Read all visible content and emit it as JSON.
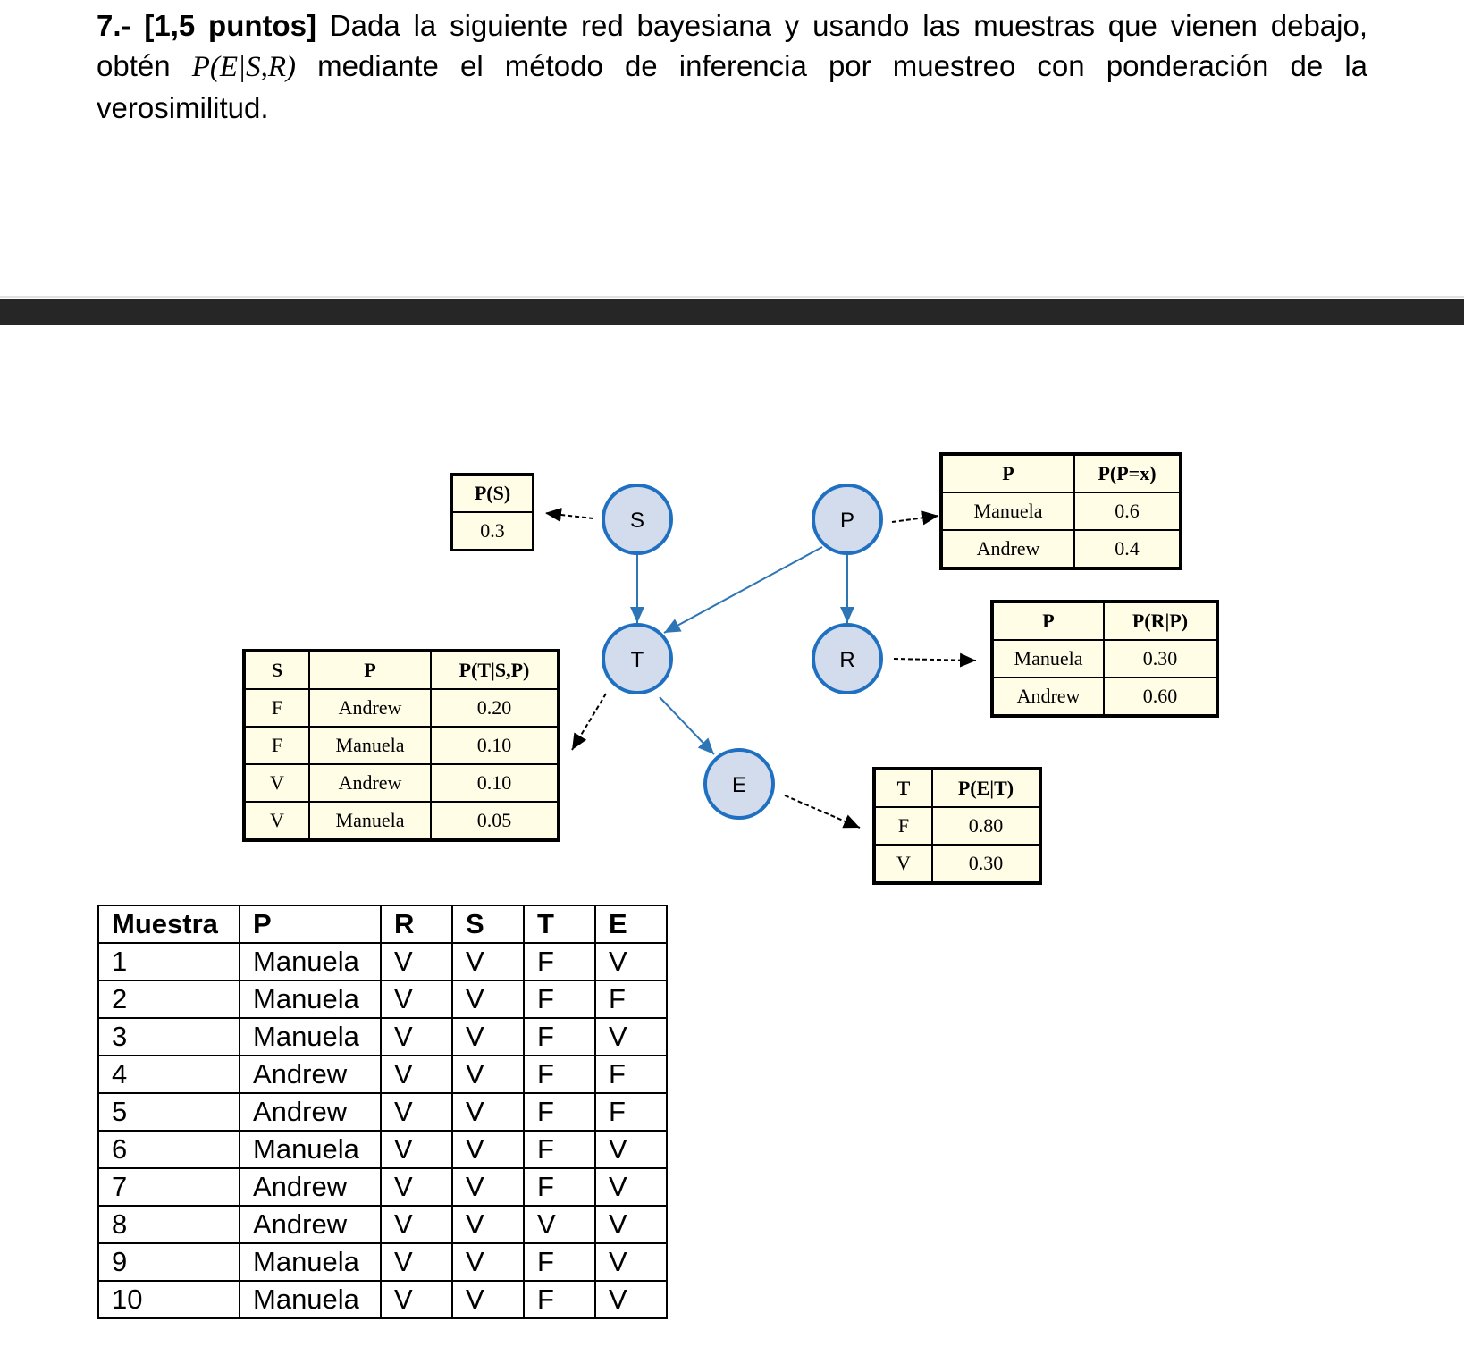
{
  "question": {
    "number": "7.-",
    "points": "[1,5 puntos]",
    "text_1": " Dada la siguiente red bayesiana y usando las muestras que vienen debajo, obtén ",
    "math": "P(E|S,R)",
    "text_2": " mediante el método de inferencia por muestreo con ponderación de la verosimilitud."
  },
  "network": {
    "nodes": [
      {
        "id": "S",
        "label": "S"
      },
      {
        "id": "P",
        "label": "P"
      },
      {
        "id": "T",
        "label": "T"
      },
      {
        "id": "R",
        "label": "R"
      },
      {
        "id": "E",
        "label": "E"
      }
    ],
    "edges": [
      [
        "S",
        "T"
      ],
      [
        "P",
        "T"
      ],
      [
        "P",
        "R"
      ],
      [
        "T",
        "E"
      ]
    ],
    "colors": {
      "node_fill": "#d3dced",
      "node_stroke": "#1f70c1",
      "edge": "#2e75b6"
    }
  },
  "cpt_s": {
    "header": "P(S)",
    "value": "0.3"
  },
  "cpt_p": {
    "headers": [
      "P",
      "P(P=x)"
    ],
    "rows": [
      [
        "Manuela",
        "0.6"
      ],
      [
        "Andrew",
        "0.4"
      ]
    ]
  },
  "cpt_r": {
    "headers": [
      "P",
      "P(R|P)"
    ],
    "rows": [
      [
        "Manuela",
        "0.30"
      ],
      [
        "Andrew",
        "0.60"
      ]
    ]
  },
  "cpt_t": {
    "headers": [
      "S",
      "P",
      "P(T|S,P)"
    ],
    "rows": [
      [
        "F",
        "Andrew",
        "0.20"
      ],
      [
        "F",
        "Manuela",
        "0.10"
      ],
      [
        "V",
        "Andrew",
        "0.10"
      ],
      [
        "V",
        "Manuela",
        "0.05"
      ]
    ]
  },
  "cpt_e": {
    "headers": [
      "T",
      "P(E|T)"
    ],
    "rows": [
      [
        "F",
        "0.80"
      ],
      [
        "V",
        "0.30"
      ]
    ]
  },
  "samples": {
    "headers": [
      "Muestra",
      "P",
      "R",
      "S",
      "T",
      "E"
    ],
    "rows": [
      [
        "1",
        "Manuela",
        "V",
        "V",
        "F",
        "V"
      ],
      [
        "2",
        "Manuela",
        "V",
        "V",
        "F",
        "F"
      ],
      [
        "3",
        "Manuela",
        "V",
        "V",
        "F",
        "V"
      ],
      [
        "4",
        "Andrew",
        "V",
        "V",
        "F",
        "F"
      ],
      [
        "5",
        "Andrew",
        "V",
        "V",
        "F",
        "F"
      ],
      [
        "6",
        "Manuela",
        "V",
        "V",
        "F",
        "V"
      ],
      [
        "7",
        "Andrew",
        "V",
        "V",
        "F",
        "V"
      ],
      [
        "8",
        "Andrew",
        "V",
        "V",
        "V",
        "V"
      ],
      [
        "9",
        "Manuela",
        "V",
        "V",
        "F",
        "V"
      ],
      [
        "10",
        "Manuela",
        "V",
        "V",
        "F",
        "V"
      ]
    ]
  }
}
